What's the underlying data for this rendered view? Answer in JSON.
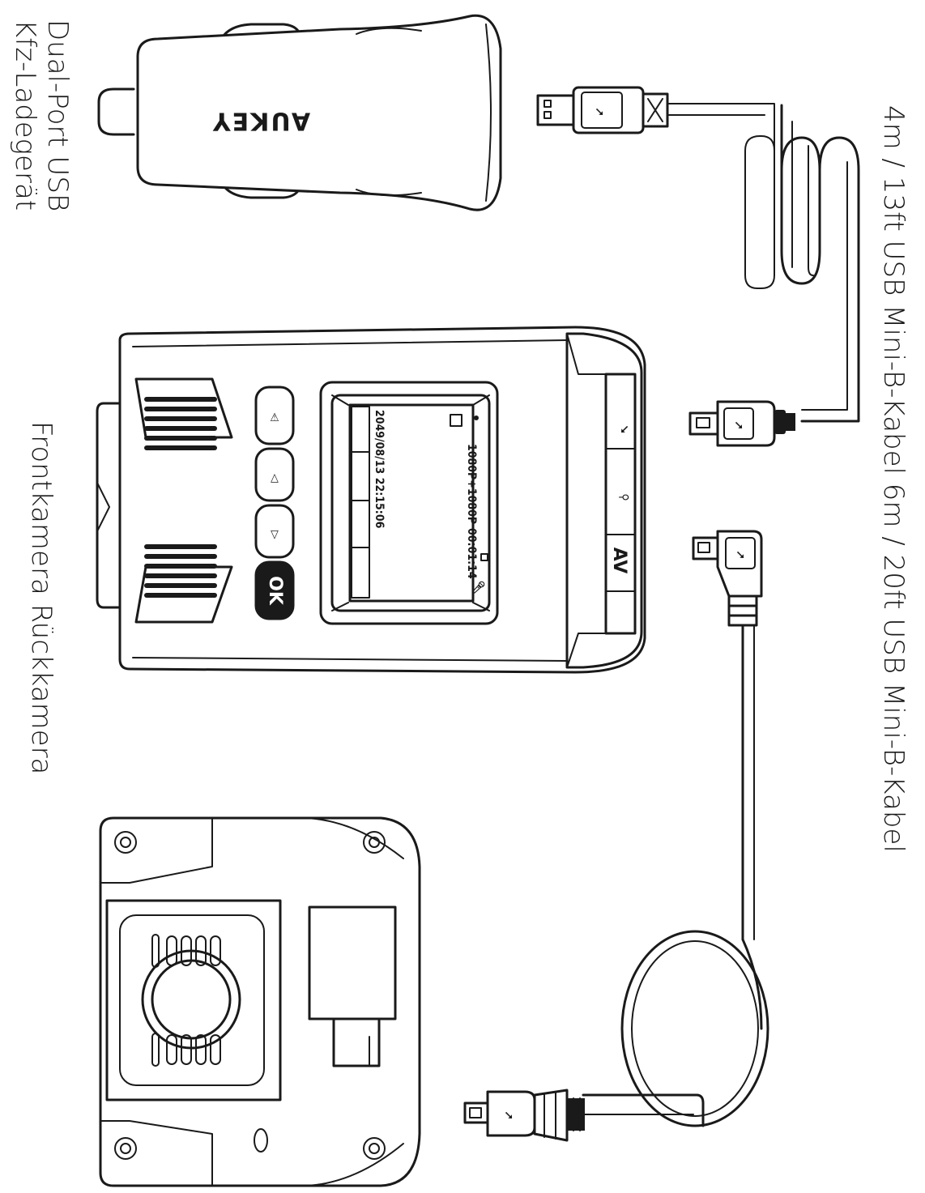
{
  "labels": {
    "charger": [
      "Dual-Port USB",
      "Kfz-Ladegerät"
    ],
    "cables": "4m / 13ft USB Mini-B-Kabel 6m / 20ft USB Mini-B-Kabel",
    "cameras": "Frontkamera Rückkamera"
  },
  "charger_brand": "AUKEY",
  "screen": {
    "mode": "1080P+1080P",
    "elapsed": "00:01:14",
    "datetime": "2049/08/13 22:15:06"
  },
  "buttons": {
    "ok": "OK"
  },
  "side_port": "AV"
}
